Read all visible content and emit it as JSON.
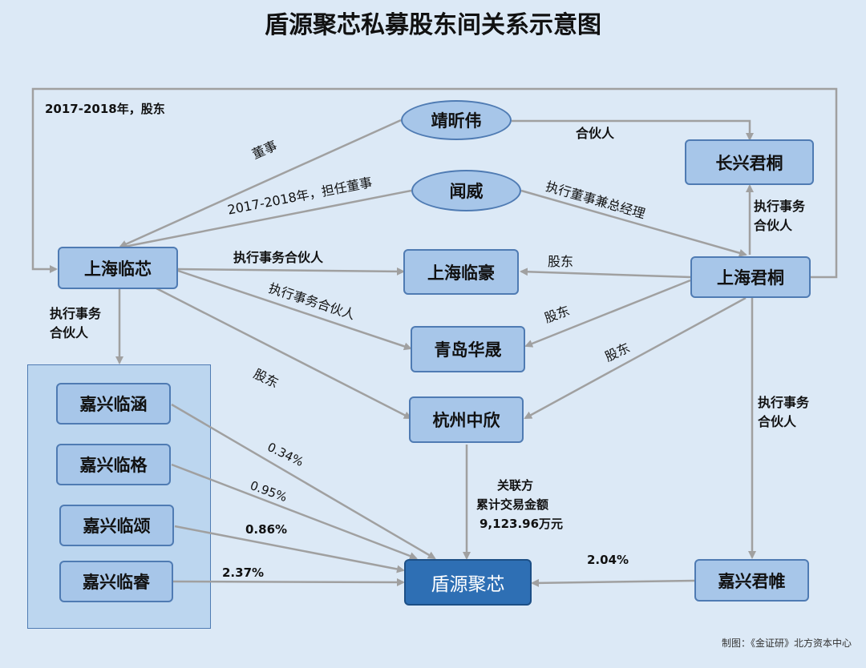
{
  "title": "盾源聚芯私募股东间关系示意图",
  "nodes": {
    "jingxinwei": "靖昕伟",
    "wenwei": "闻威",
    "changxing_juntong": "长兴君桐",
    "shanghai_linxin": "上海临芯",
    "shanghai_linhao": "上海临豪",
    "shanghai_juntong": "上海君桐",
    "qingdao_huasheng": "青岛华晟",
    "hangzhou_zhongxin": "杭州中欣",
    "jiaxing_linhan": "嘉兴临涵",
    "jiaxing_linge": "嘉兴临格",
    "jiaxing_linsong": "嘉兴临颂",
    "jiaxing_linrui": "嘉兴临睿",
    "dunyuan_juxin": "盾源聚芯",
    "jiaxing_junwei": "嘉兴君帷"
  },
  "labels": {
    "loop_shareholder": "2017-2018年，股东",
    "director": "董事",
    "served_director": "2017-2018年，担任董事",
    "partner": "合伙人",
    "exec_director_gm": "执行董事兼总经理",
    "exec_partner_1": "执行事务合伙人",
    "exec_partner_2": "执行事务合伙人",
    "exec_partner_vert_1": "执行事务",
    "exec_partner_vert_2": "合伙人",
    "exec_partner_right_1": "执行事务",
    "exec_partner_right_2": "合伙人",
    "exec_partner_lower_1": "执行事务",
    "exec_partner_lower_2": "合伙人",
    "shareholder_1": "股东",
    "shareholder_2": "股东",
    "shareholder_3": "股东",
    "shareholder_4": "股东",
    "pct_linhan": "0.34%",
    "pct_linge": "0.95%",
    "pct_linsong": "0.86%",
    "pct_linrui": "2.37%",
    "pct_junwei": "2.04%",
    "related_1": "关联方",
    "related_2": "累计交易金额",
    "related_3": "9,123.96万元"
  },
  "colors": {
    "background": "#dce9f6",
    "node_fill": "#a7c6e9",
    "node_border": "#4f7bb3",
    "main_fill": "#2e6fb4",
    "arrow": "#a0a0a0"
  },
  "credit": "制图：《金证研》北方资本中心"
}
